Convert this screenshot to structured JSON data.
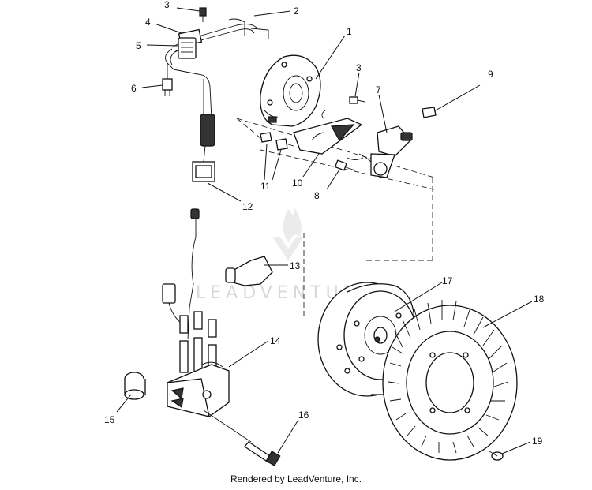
{
  "watermark": {
    "text": "LEADVENTURE"
  },
  "footer": {
    "text": "Rendered by LeadVenture, Inc."
  },
  "callouts": [
    "1",
    "2",
    "3",
    "3",
    "4",
    "5",
    "6",
    "7",
    "8",
    "9",
    "10",
    "11",
    "12",
    "13",
    "14",
    "15",
    "16",
    "17",
    "18",
    "19"
  ]
}
